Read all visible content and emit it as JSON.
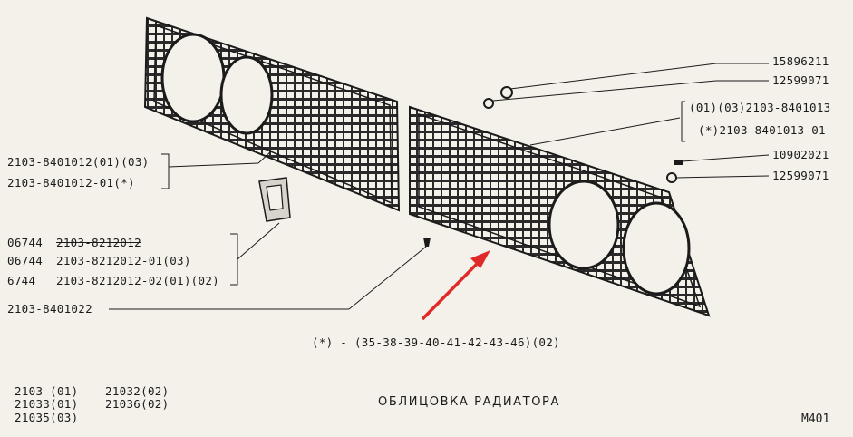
{
  "labels_right": {
    "part_15896211": "15896211",
    "part_12599071_top": "12599071",
    "grille_right_a": "(01)(03)2103-8401013",
    "grille_right_b": "(*)2103-8401013-01",
    "part_10902021": "10902021",
    "part_12599071_bottom": "12599071"
  },
  "labels_left": {
    "grille_left_a": "2103-8401012(01)(03)",
    "grille_left_b": "2103-8401012-01(*)",
    "clip_row1_code": "06744",
    "clip_row1_part": "2103-8212012",
    "clip_row2_code": "06744",
    "clip_row2_part": "2103-8212012-01(03)",
    "clip_row3_code": "6744",
    "clip_row3_part": "2103-8212012-02(01)(02)",
    "clip_small": "2103-8401022"
  },
  "footnote": "(*) - (35-38-39-40-41-42-43-46)(02)",
  "models": {
    "col1": [
      "2103 (01)",
      "21033(01)",
      "21035(03)"
    ],
    "col2": [
      "21032(02)",
      "21036(02)"
    ]
  },
  "title": "ОБЛИЦОВКА РАДИАТОРА",
  "page_code": "М401",
  "colors": {
    "ink": "#1b1b1b",
    "paper": "#f4f1ea",
    "arrow": "#e02a2a"
  }
}
